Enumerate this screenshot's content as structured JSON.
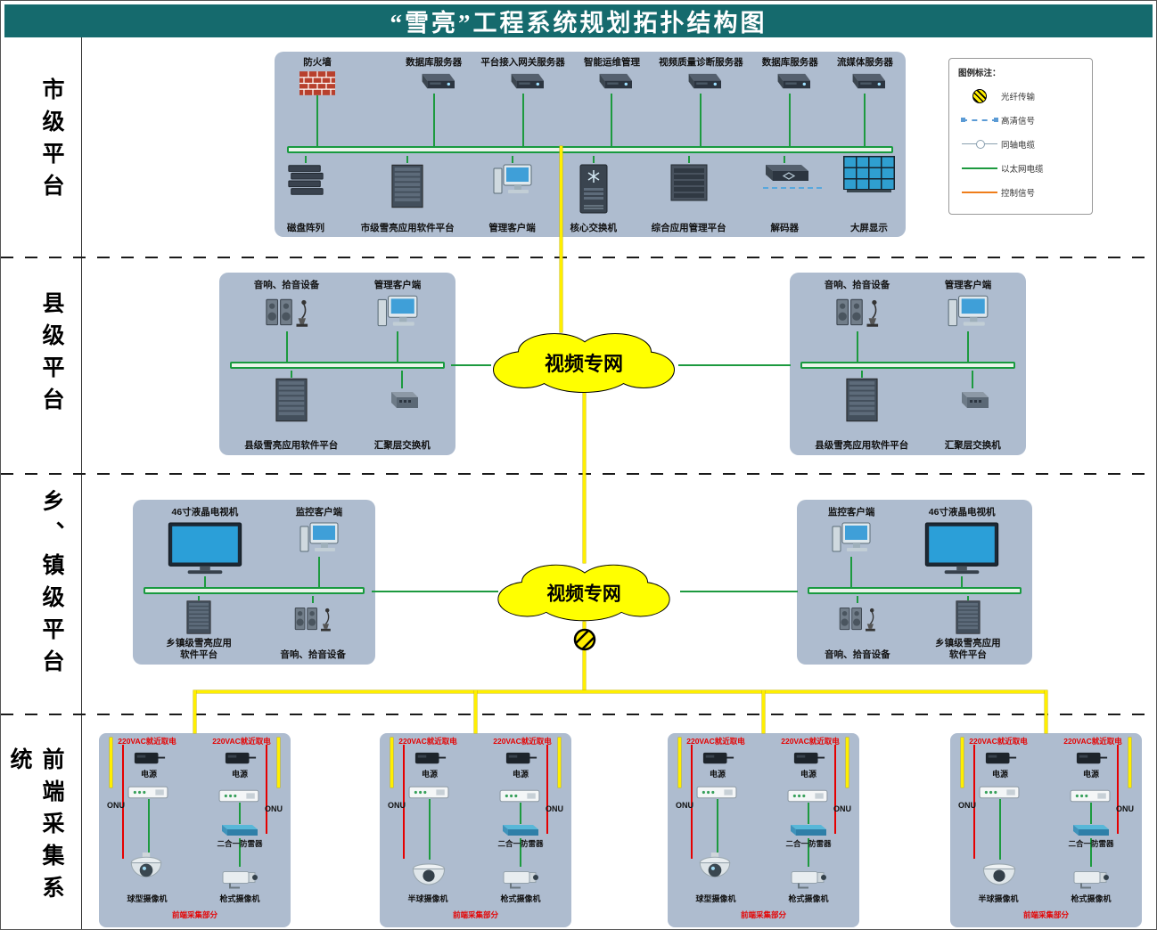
{
  "title": "“雪亮”工程系统规划拓扑结构图",
  "tiers": [
    "市级平台",
    "县级平台",
    "乡、镇级平台",
    "前端采集系统"
  ],
  "legend": {
    "title": "图例标注：",
    "items": [
      {
        "label": "光纤传输",
        "symbol": "fiber-hatched-circle",
        "color": "#ffee00"
      },
      {
        "label": "高清信号",
        "symbol": "blue-dashed-line",
        "color": "#5b9bd5"
      },
      {
        "label": "同轴电缆",
        "symbol": "line-with-circle",
        "color": "#8aa0b0"
      },
      {
        "label": "以太网电缆",
        "symbol": "green-line",
        "color": "#1d9a3f"
      },
      {
        "label": "控制信号",
        "symbol": "orange-line",
        "color": "#ef7d1a"
      }
    ]
  },
  "network": {
    "cloud_label": "视频专网"
  },
  "city": {
    "top": [
      {
        "label": "防火墙",
        "icon": "firewall-icon"
      },
      {
        "label": "数据库服务器",
        "icon": "server-icon"
      },
      {
        "label": "平台接入网关服务器",
        "icon": "server-icon"
      },
      {
        "label": "智能运维管理",
        "icon": "server-icon"
      },
      {
        "label": "视频质量诊断服务器",
        "icon": "server-icon"
      },
      {
        "label": "数据库服务器",
        "icon": "server-icon"
      },
      {
        "label": "流媒体服务器",
        "icon": "server-icon"
      }
    ],
    "bottom": [
      {
        "label": "磁盘阵列",
        "icon": "disk-array-icon"
      },
      {
        "label": "市级雪亮应用软件平台",
        "icon": "server-rack-icon"
      },
      {
        "label": "管理客户端",
        "icon": "client-workstation-icon"
      },
      {
        "label": "核心交换机",
        "icon": "core-switch-icon"
      },
      {
        "label": "综合应用管理平台",
        "icon": "server-cabinet-icon"
      },
      {
        "label": "解码器",
        "icon": "decoder-icon"
      },
      {
        "label": "大屏显示",
        "icon": "video-wall-icon"
      }
    ]
  },
  "county": {
    "audio_label": "音响、拾音设备",
    "client_label": "管理客户端",
    "platform_label": "县级雪亮应用软件平台",
    "switch_label": "汇聚层交换机"
  },
  "township": {
    "tv_label": "46寸液晶电视机",
    "client_label": "监控客户端",
    "platform_label": "乡镇级雪亮应用软件平台",
    "audio_label": "音响、拾音设备"
  },
  "frontend": {
    "power_source_label": "220VAC就近取电",
    "psu_label": "电源",
    "onu_label": "ONU",
    "arrester_label": "二合一防雷器",
    "footer_label": "前端采集部分",
    "boxes": [
      {
        "left_camera": "球型摄像机",
        "right_camera": "枪式摄像机"
      },
      {
        "left_camera": "半球摄像机",
        "right_camera": "枪式摄像机"
      },
      {
        "left_camera": "球型摄像机",
        "right_camera": "枪式摄像机"
      },
      {
        "left_camera": "半球摄像机",
        "right_camera": "枪式摄像机"
      }
    ]
  },
  "colors": {
    "title_bg": "#156a6d",
    "panel_bg": "#aebccf",
    "cloud_fill": "#ffff00",
    "ethernet_green": "#1d9a3f",
    "trunk_yellow": "#ffef00",
    "alert_red": "#e60000"
  }
}
